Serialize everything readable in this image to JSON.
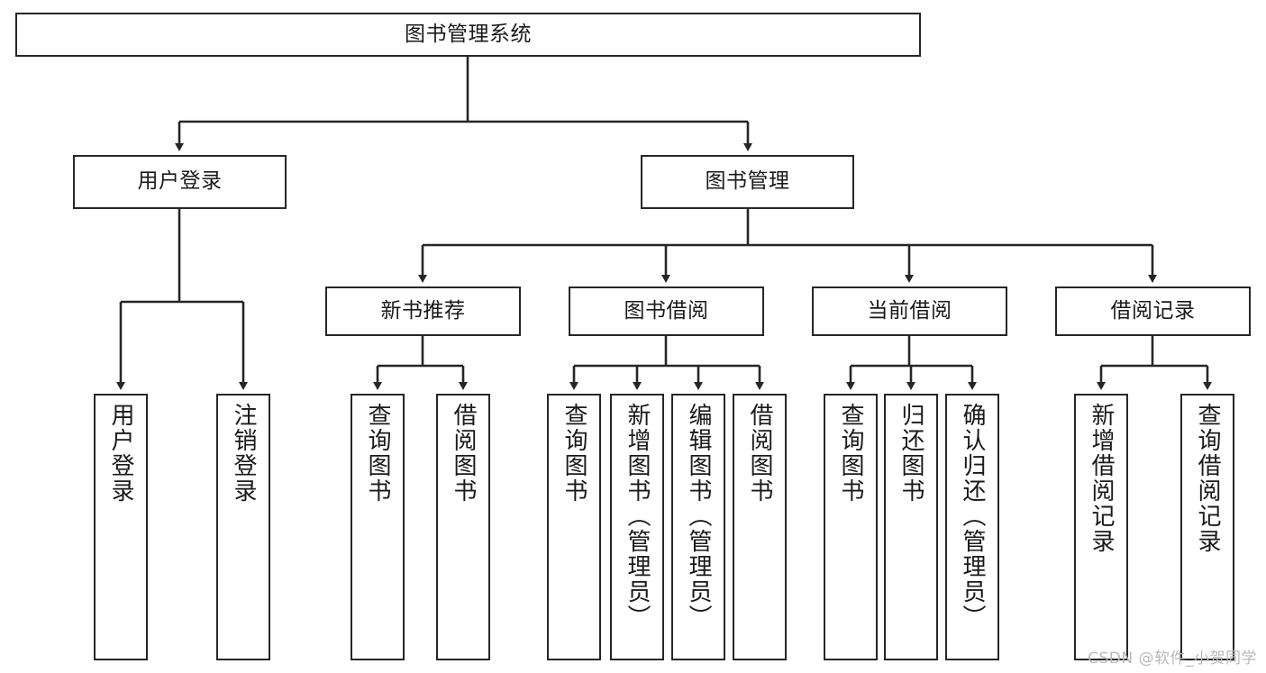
{
  "diagram": {
    "title": "图书管理系统",
    "type": "tree-hierarchy",
    "stroke_color": "#262626",
    "text_color": "#1a1a1a",
    "background_color": "#ffffff",
    "root": {
      "label": "图书管理系统"
    },
    "level2": [
      {
        "label": "用户登录"
      },
      {
        "label": "图书管理"
      }
    ],
    "level3": [
      {
        "label": "新书推荐"
      },
      {
        "label": "图书借阅"
      },
      {
        "label": "当前借阅"
      },
      {
        "label": "借阅记录"
      }
    ],
    "leaves": {
      "user_login": [
        {
          "label": "用户登录"
        },
        {
          "label": "注销登录"
        }
      ],
      "new_book_recommend": [
        {
          "label": "查询图书"
        },
        {
          "label": "借阅图书"
        }
      ],
      "book_borrow": [
        {
          "label": "查询图书"
        },
        {
          "label": "新增图书（管理员）"
        },
        {
          "label": "编辑图书（管理员）"
        },
        {
          "label": "借阅图书"
        }
      ],
      "current_borrow": [
        {
          "label": "查询图书"
        },
        {
          "label": "归还图书"
        },
        {
          "label": "确认归还（管理员）"
        }
      ],
      "borrow_record": [
        {
          "label": "新增借阅记录"
        },
        {
          "label": "查询借阅记录"
        }
      ]
    }
  },
  "watermark": {
    "text": "CSDN @软件_小贺同学"
  }
}
